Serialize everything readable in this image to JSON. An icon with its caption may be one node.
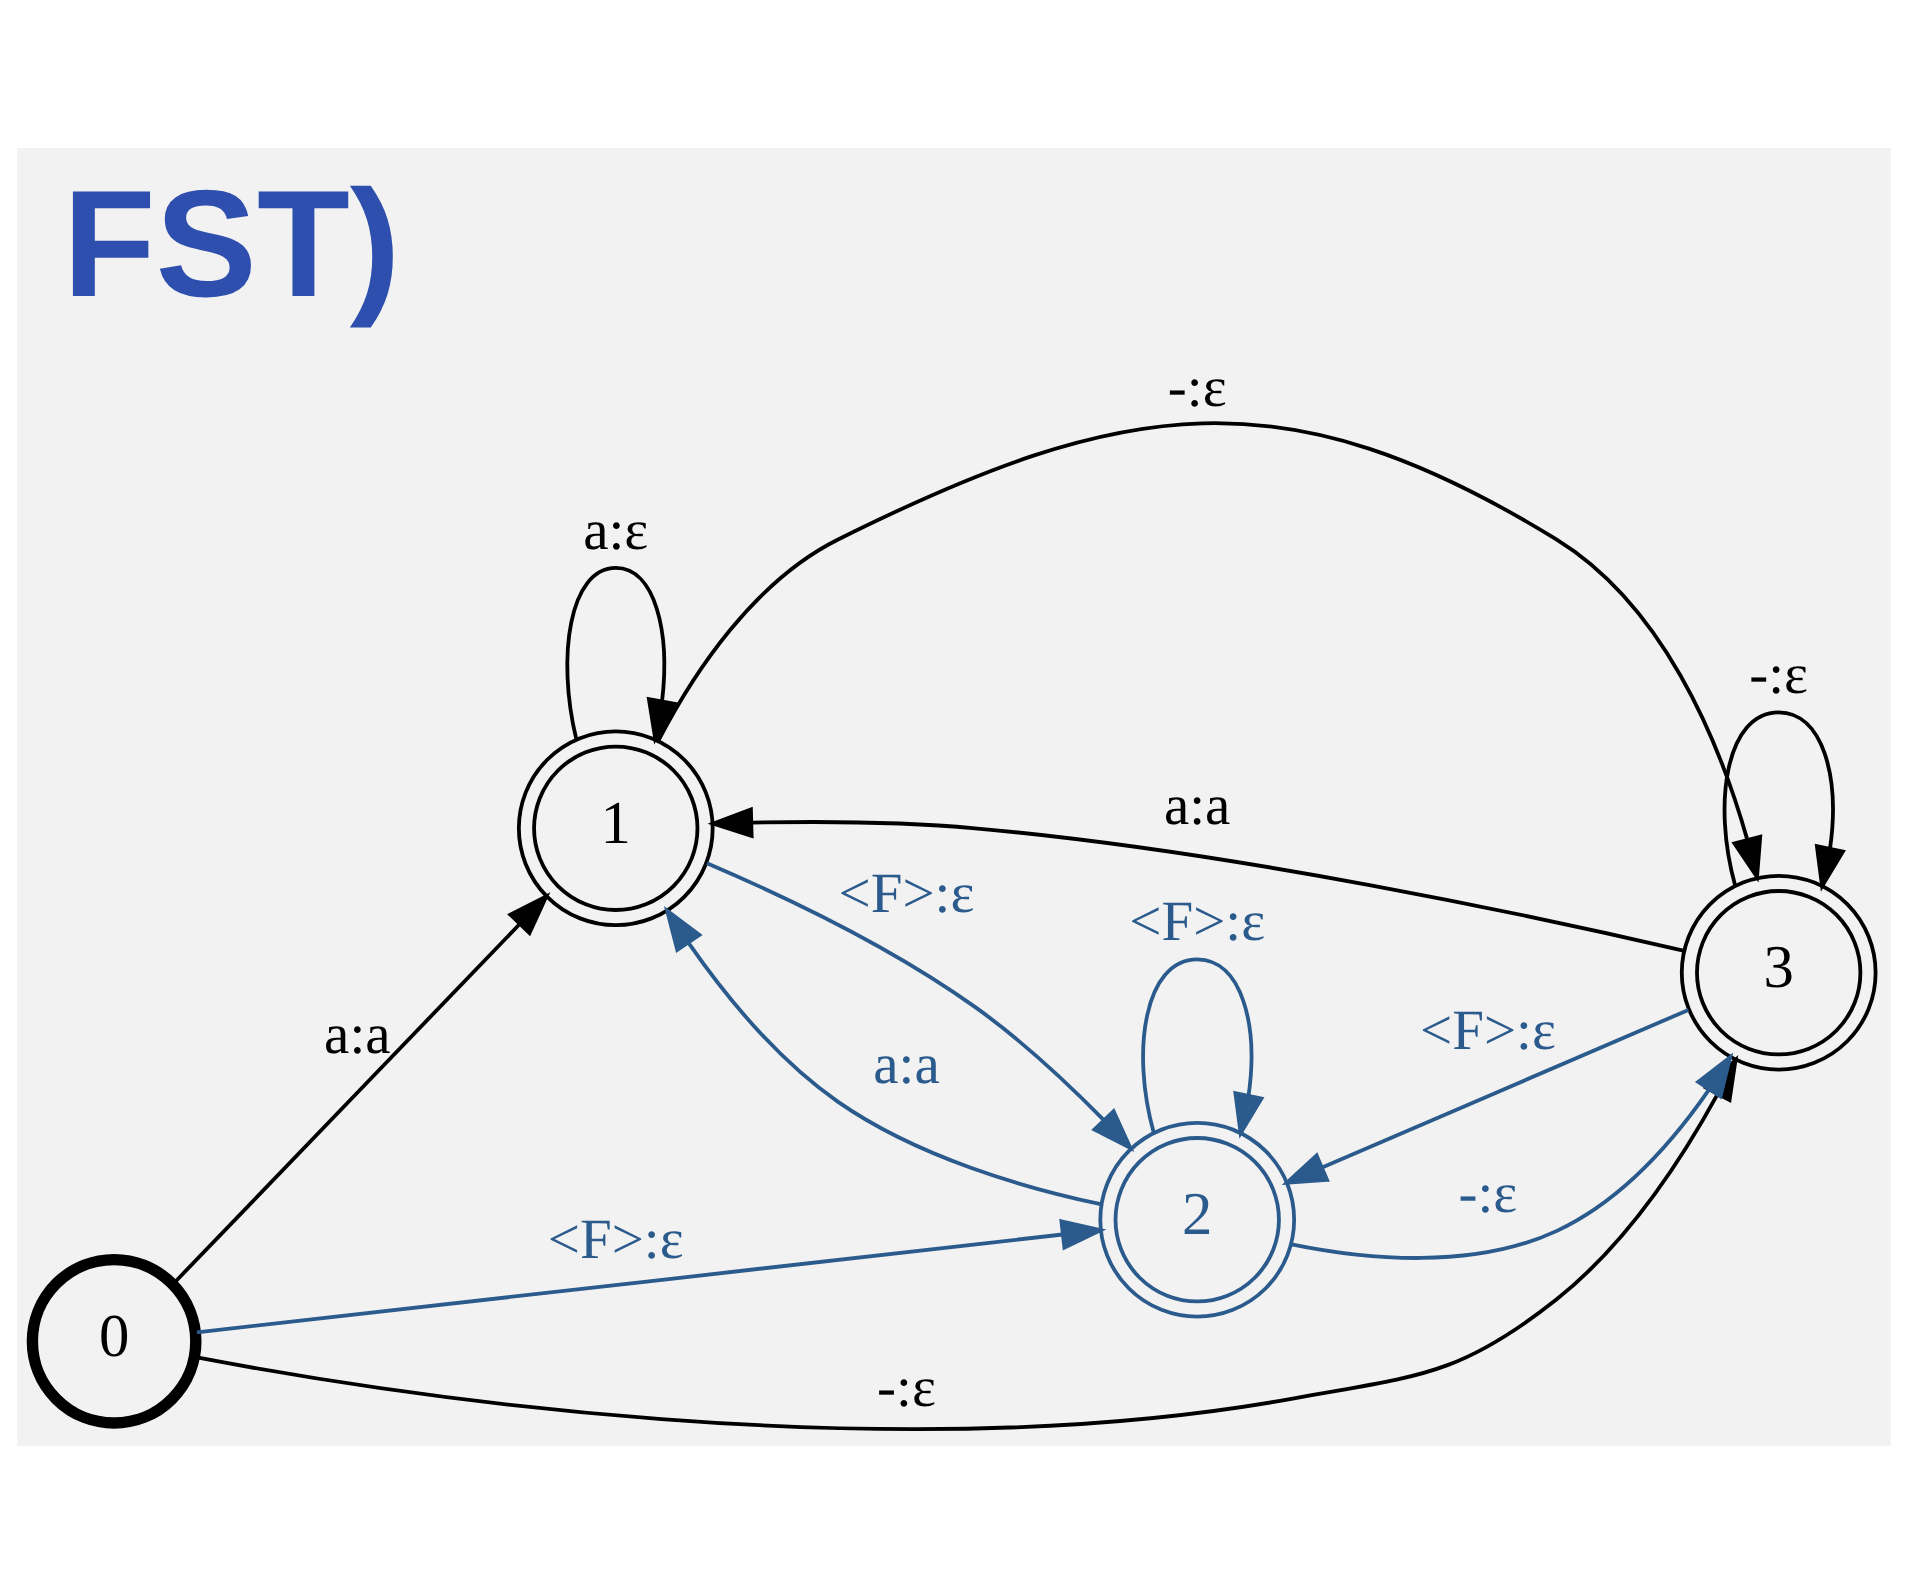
{
  "diagram": {
    "title": "FST)",
    "nodes": [
      {
        "text": [
          "0"
        ]
      },
      {
        "text": [
          "1"
        ]
      },
      {
        "text": [
          "2"
        ]
      },
      {
        "text": [
          "3"
        ]
      }
    ],
    "edges": [
      {
        "from": 0,
        "to": 1,
        "arrow": "to",
        "label": "a:a"
      },
      {
        "from": 0,
        "to": 3,
        "arrow": "to",
        "label": "-:ε"
      },
      {
        "from": 0,
        "to": 2,
        "arrow": "to",
        "label": "<F>:ε",
        "color": "#2b5a8c"
      },
      {
        "from": 1,
        "to": 1,
        "arrow": "to",
        "label": "a:ε"
      },
      {
        "from": 1,
        "to": 3,
        "arrow": "to",
        "label": "-:ε"
      },
      {
        "from": 1,
        "to": 2,
        "arrow": "to",
        "label": "<F>:ε",
        "color": "#2b5a8c"
      },
      {
        "from": 3,
        "to": 3,
        "arrow": "to",
        "label": "-:ε"
      },
      {
        "from": 3,
        "to": 1,
        "arrow": "to",
        "label": "a:a"
      },
      {
        "from": 3,
        "to": 2,
        "arrow": "to",
        "label": "<F>:ε",
        "color": "#2b5a8c"
      },
      {
        "from": 2,
        "to": 1,
        "arrow": "to",
        "label": "a:a",
        "color": "#2b5a8c"
      },
      {
        "from": 2,
        "to": 3,
        "arrow": "to",
        "label": "-:ε",
        "color": "#2b5a8c"
      },
      {
        "from": 2,
        "to": 2,
        "arrow": "to",
        "label": "<F>:ε",
        "color": "#2b5a8c"
      }
    ]
  }
}
